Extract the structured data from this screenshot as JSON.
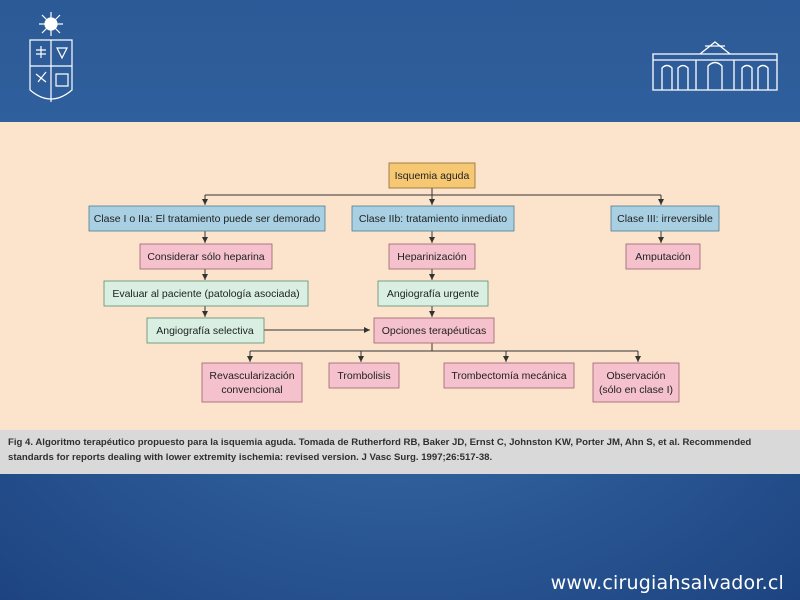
{
  "slide": {
    "caption": "Fig 4. Algoritmo terapéutico propuesto para la isquemia aguda. Tomada de Rutherford RB, Baker JD, Ernst C, Johnston KW, Porter JM, Ahn S, et al. Recommended standards for reports dealing with lower extremity ischemia: revised version. J Vasc Surg. 1997;26:517-38.",
    "footer_url": "www.cirugiahsalvador.cl",
    "colors": {
      "background": "#2a5895",
      "figure_bg": "#fbe4cb",
      "caption_bg": "#d9d9d9",
      "orange_box": "#f7c873",
      "blue_box": "#a8cfe2",
      "pink_box": "#f4c1cc",
      "green_box": "#d8efe2"
    }
  },
  "diagram": {
    "nodes": {
      "isquemia": "Isquemia aguda",
      "clase1": "Clase I o IIa: El tratamiento puede ser demorado",
      "clase2b": "Clase IIb: tratamiento inmediato",
      "clase3": "Clase III: irreversible",
      "heparina1": "Considerar sólo heparina",
      "heparinizacion": "Heparinización",
      "amputacion": "Amputación",
      "evaluar": "Evaluar al paciente (patología asociada)",
      "angiourgente": "Angiografía urgente",
      "angioselectiva": "Angiografía selectiva",
      "opciones": "Opciones terapéuticas",
      "revasc_l1": "Revascularización",
      "revasc_l2": "convencional",
      "trombolisis": "Trombolisis",
      "trombectomia": "Trombectomía mecánica",
      "observ_l1": "Observación",
      "observ_l2": "(sólo en clase I)"
    }
  }
}
